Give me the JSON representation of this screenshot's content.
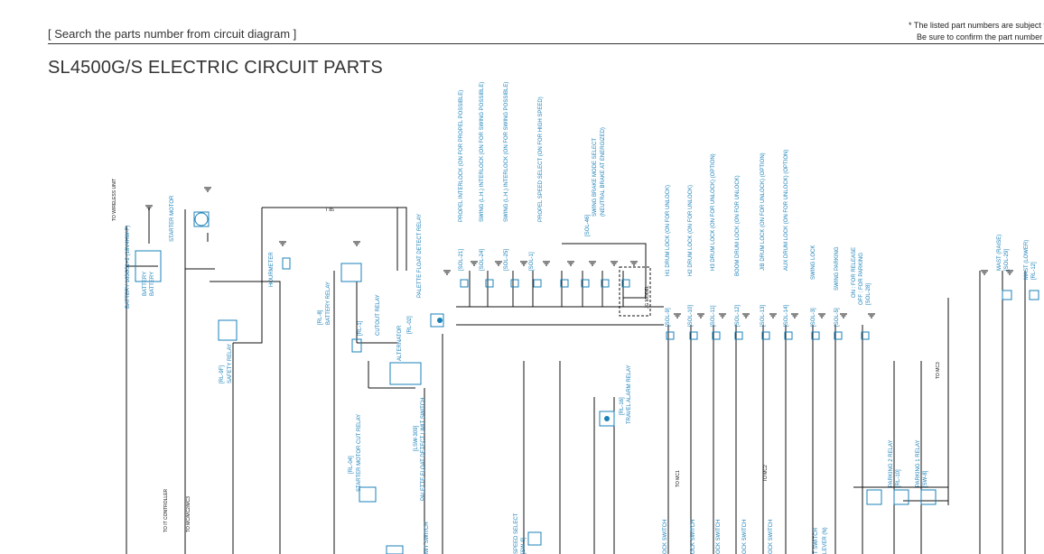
{
  "header": {
    "search_link": "[ Search the parts number from circuit diagram ]",
    "note_line1": "* The listed part numbers are subject t",
    "note_line2": "Be sure to confirm the part number in"
  },
  "page_title": "SL4500G/S ELECTRIC CIRCUIT PARTS",
  "colors": {
    "component_label": "#1a80b8",
    "wire": "#111111"
  },
  "diagram": {
    "blue_labels": [
      "BATTERY 165G51+2 (18V4HW-F)",
      "BATTERY",
      "BATTERY",
      "STARTER MOTOR",
      "HOURMETER",
      "[RL-8]",
      "BATTERY RELAY",
      "[RL-9F]",
      "SAFETY RELAY",
      "[RL-1]",
      "CUTOUT RELAY",
      "ALTERNATOR",
      "[RL-02]",
      "PALETTE FLOAT DETECT RELAY",
      "[LSW-309]",
      "PALETTE FLOAT DETECT LIMIT SWITCH",
      "[RL-04]",
      "STARTER MOTOR CUT RELAY",
      "[SOL-21]",
      "PROPEL INTERLOCK (ON FOR PROPEL POSSIBLE)",
      "[SOL-24]",
      "SWING (L.H.) INTERLOCK (ON FOR SWING POSSIBLE)",
      "[SOL-25]",
      "SWING (L.H.) INTERLOCK (ON FOR SWING POSSIBLE)",
      "[SOL-1]",
      "PROPEL SPEED SELECT (ON FOR HIGH SPEED)",
      "[SOL-46]",
      "SWING BRAKE MODE SELECT",
      "(NEUTRAL BRAKE AT ENERGIZED)",
      "[RL-16]",
      "TRAVEL ALARM RELAY",
      "[SOL-9]",
      "H1 DRUM LOCK (ON FOR UNLOCK)",
      "[SOL-10]",
      "H2 DRUM LOCK (ON FOR UNLOCK)",
      "[SOL-11]",
      "H3 DRUM LOCK (ON FOR UNLOCK) (OPTION)",
      "[SOL-12]",
      "BOOM DRUM LOCK (ON FOR UNLOCK)",
      "[SOL-13]",
      "JIB DRUM LOCK (ON FOR UNLOCK) (OPTION)",
      "[SOL-14]",
      "AUX DRUM LOCK (ON FOR UNLOCK) (OPTION)",
      "[SOL-3]",
      "SWING LOCK",
      "[SOL-5]",
      "SWING PARKING",
      "ON : FOR RELEASE",
      "OFF : FOR PARKING",
      "[SOL-28]",
      "MAST (RAISE)",
      "[SOL-29]",
      "MAST (LOWER)",
      "[RL-12]",
      "PARKING 2 RELAY",
      "[RL-10]",
      "PARKING 1 RELAY",
      "[SW-8]",
      "SPEED SELECT",
      "[SW-9]"
    ],
    "black_labels": [
      "TO WIRELESS UNIT",
      "T 85",
      "JG MODEL",
      "TO IT CONTROLLER",
      "TO MC/MC2/MC3",
      "TO MC1",
      "TO MC2",
      "TO MC3"
    ],
    "bottom_labels": [
      "MIT SWITCH",
      "OCK SWITCH",
      "OCK SWITCH",
      "OCK SWITCH",
      "OCK SWITCH",
      "OCK SWITCH",
      "T SWITCH",
      "LEVER (N)"
    ]
  }
}
